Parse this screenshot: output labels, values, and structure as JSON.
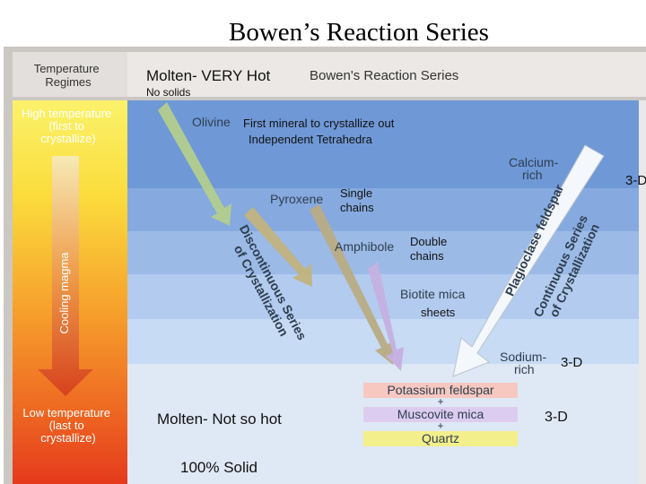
{
  "slide_title": "Bowen’s Reaction Series",
  "figure": {
    "header": {
      "temperature_regimes": [
        "Temperature",
        "Regimes"
      ],
      "title": "Bowen's Reaction Series"
    },
    "high_temperature": [
      "High temperature",
      "(first to",
      "crystallize)"
    ],
    "low_temperature": [
      "Low temperature",
      "(last to",
      "crystallize)"
    ],
    "cooling_magma": "Cooling magma",
    "minerals": {
      "olivine": "Olivine",
      "pyroxene": "Pyroxene",
      "amphibole": "Amphibole",
      "biotite": "Biotite mica",
      "calcium_rich": [
        "Calcium-",
        "rich"
      ],
      "sodium_rich": [
        "Sodium-",
        "rich"
      ],
      "plagioclase": "Plagioclase feldspar"
    },
    "discontinuous": [
      "Discontinuous Series",
      "of Crystallization"
    ],
    "continuous": [
      "Continuous Series",
      "of Crystallization"
    ],
    "final_minerals": [
      "Potassium feldspar",
      "+",
      "Muscovite mica",
      "+",
      "Quartz"
    ],
    "colors": {
      "band_1": "#6f98d6",
      "band_2": "#86aadf",
      "band_3": "#9bbae6",
      "band_4": "#b2cbee",
      "band_5": "#c7dbf4",
      "bottom": "#dfe8f5",
      "potassium_feldspar": "#f6c8c0",
      "muscovite_mica": "#dccdf0",
      "quartz": "#f3ef8a"
    }
  },
  "annotations": {
    "molten_very_hot": "Molten- VERY Hot",
    "no_solids": "No solids",
    "first_mineral": "First mineral to crystallize out",
    "independent_tetrahedra": "Independent Tetrahedra",
    "single_chains": [
      "Single",
      "chains"
    ],
    "double_chains": [
      "Double",
      "chains"
    ],
    "sheets": "sheets",
    "three_d_top": "3-D",
    "three_d_sodium": "3-D",
    "three_d_final": "3-D",
    "molten_not_so_hot": "Molten- Not so hot",
    "solid_100": "100% Solid"
  }
}
